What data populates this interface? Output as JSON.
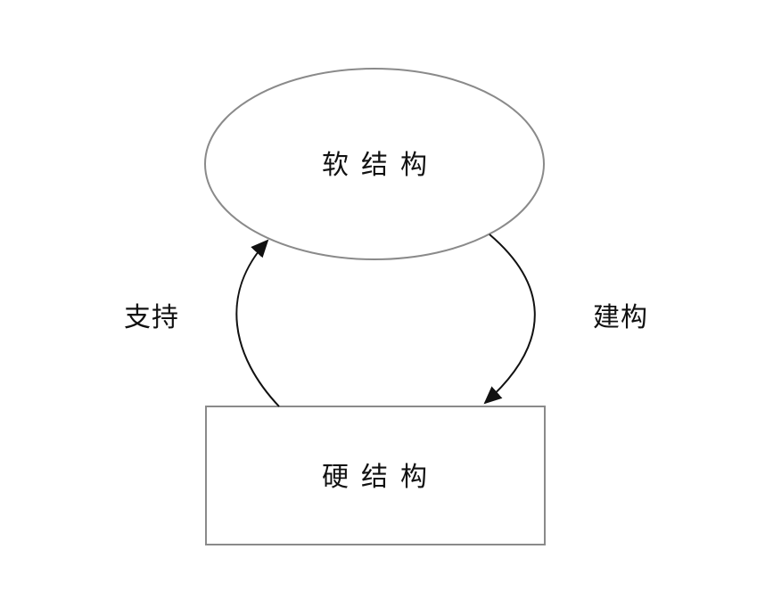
{
  "nodes": {
    "soft": {
      "label": "软结构"
    },
    "hard": {
      "label": "硬结构"
    }
  },
  "edges": {
    "support": {
      "label": "支持",
      "from": "hard",
      "to": "soft"
    },
    "construct": {
      "label": "建构",
      "from": "soft",
      "to": "hard"
    }
  },
  "colors": {
    "node_border": "#8a8a8a",
    "arrow": "#111111",
    "text": "#111111"
  }
}
